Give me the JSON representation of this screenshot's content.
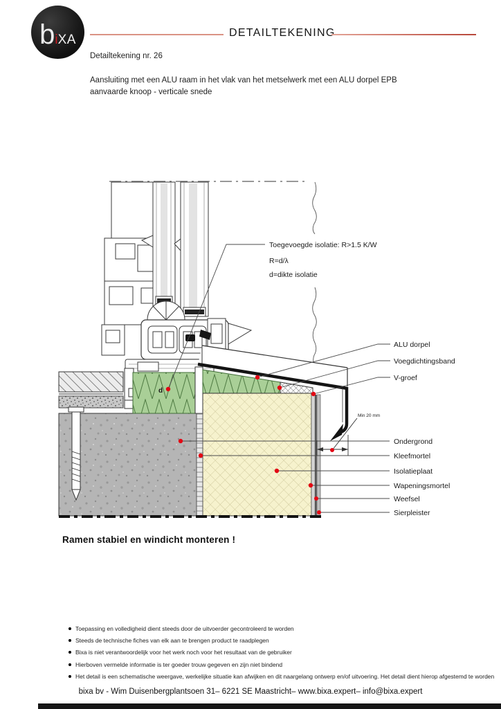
{
  "colors": {
    "accent_red": "#e30613",
    "header_line": "#da9384",
    "insulation_green": "#a9cf97",
    "insulation_yellow": "#f6f2cd",
    "concrete_gray": "#b5b5b5",
    "logo_background": "#161616"
  },
  "logo": {
    "b": "b",
    "i": "i",
    "xa": "XA"
  },
  "header": {
    "title": "DETAILTEKENING"
  },
  "intro": {
    "number": "Detailtekening nr. 26",
    "description_line1": "Aansluiting met een ALU raam in het vlak van het metselwerk met een ALU dorpel EPB",
    "description_line2": "aanvaarde knoop - verticale snede"
  },
  "drawing": {
    "iso_title": "Toegevoegde isolatie: R>1.5 K/W",
    "iso_formula": "R=d/λ",
    "iso_thickness": "d=dikte isolatie",
    "d_mark": "d",
    "min_dim": "Min 20 mm",
    "labels_top": [
      "ALU dorpel",
      "Voegdichtingsband",
      "V-groef"
    ],
    "labels_bottom": [
      "Ondergrond",
      "Kleefmortel",
      "Isolatieplaat",
      "Wapeningsmortel",
      "Weefsel",
      "Sierpleister"
    ]
  },
  "note": "Ramen stabiel en windicht monteren !",
  "disclaimers": [
    "Toepassing en volledigheid dient steeds door de uitvoerder gecontroleerd te worden",
    "Steeds de technische fiches van elk  aan te brengen product te raadplegen",
    "Bixa is niet verantwoordelijk voor  het werk noch voor het resultaat van de gebruiker",
    "Hierboven  vermelde informatie is ter goeder trouw gegeven  en zijn niet bindend",
    "Het detail is een schematische weergave, werkelijke situatie kan afwijken en dit naargelang ontwerp en/of uitvoering. Het detail dient hierop afgestemd te worden"
  ],
  "footer": "bixa bv - Wim Duisenbergplantsoen 31– 6221 SE Maastricht– www.bixa.expert– info@bixa.expert"
}
